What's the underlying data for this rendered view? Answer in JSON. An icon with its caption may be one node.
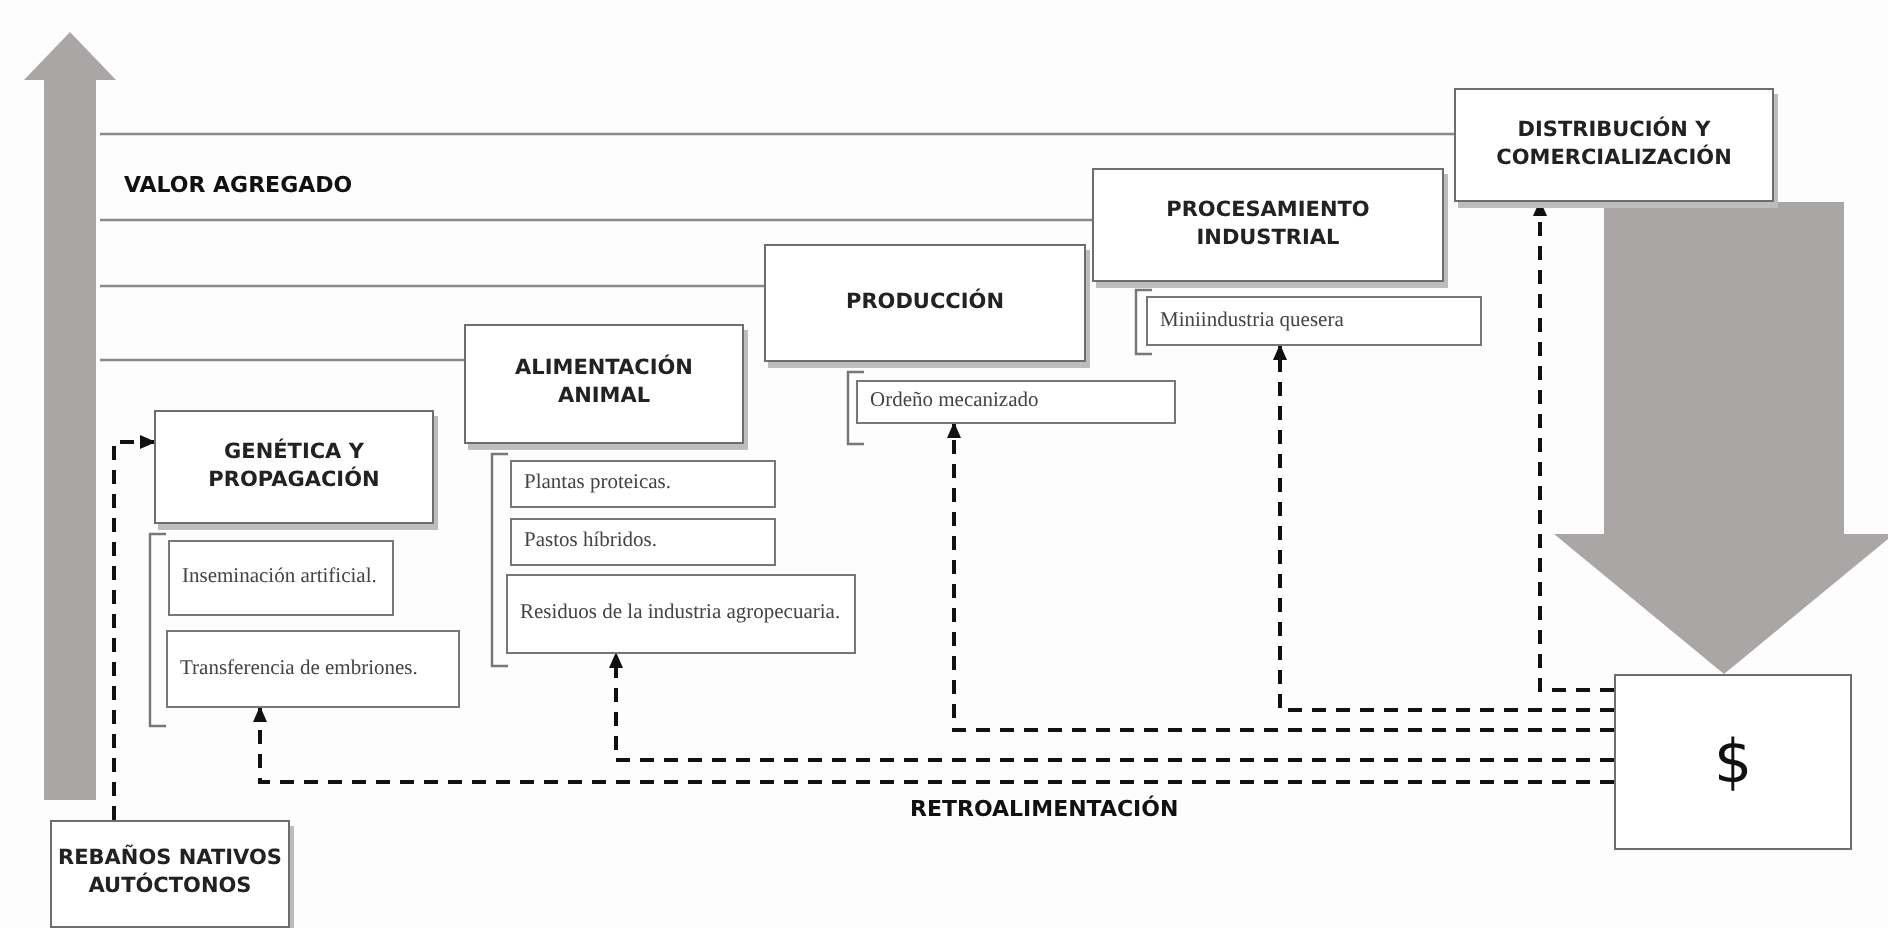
{
  "diagram": {
    "nodes": [
      {
        "text": [
          "REBAÑOS NATIVOS AUTÓCTONOS"
        ]
      },
      {
        "text": [
          "GENÉTICA Y PROPAGACIÓN"
        ]
      },
      {
        "text": [
          "Inseminación artificial."
        ]
      },
      {
        "text": [
          "Transferencia de embriones."
        ]
      },
      {
        "text": [
          "ALIMENTACIÓN ANIMAL"
        ]
      },
      {
        "text": [
          "Plantas proteicas."
        ]
      },
      {
        "text": [
          "Pastos híbridos."
        ]
      },
      {
        "text": [
          "Residuos de la industria agropecuaria."
        ]
      },
      {
        "text": [
          "PRODUCCIÓN"
        ]
      },
      {
        "text": [
          "Ordeño mecanizado"
        ]
      },
      {
        "text": [
          "PROCESAMIENTO INDUSTRIAL"
        ]
      },
      {
        "text": [
          "Miniindustria quesera"
        ]
      },
      {
        "text": [
          "DISTRIBUCIÓN Y COMERCIALIZACIÓN"
        ]
      },
      {
        "text": [
          "$"
        ]
      }
    ],
    "edges": [
      {
        "from": 0,
        "to": 1,
        "arrow": "to",
        "style": "dashed"
      },
      {
        "from": 13,
        "to": 12,
        "arrow": "to",
        "style": "dashed"
      },
      {
        "from": 13,
        "to": 11,
        "arrow": "to",
        "style": "dashed"
      },
      {
        "from": 13,
        "to": 9,
        "arrow": "to",
        "style": "dashed"
      },
      {
        "from": 13,
        "to": 7,
        "arrow": "to",
        "style": "dashed"
      },
      {
        "from": 13,
        "to": 3,
        "arrow": "to",
        "style": "dashed"
      },
      {
        "from": 12,
        "to": 13,
        "arrow": "to",
        "style": "thick",
        "color": "#aaa6a6"
      }
    ],
    "labels": [
      "VALOR AGREGADO",
      "RETROALIMENTACIÓN"
    ]
  }
}
